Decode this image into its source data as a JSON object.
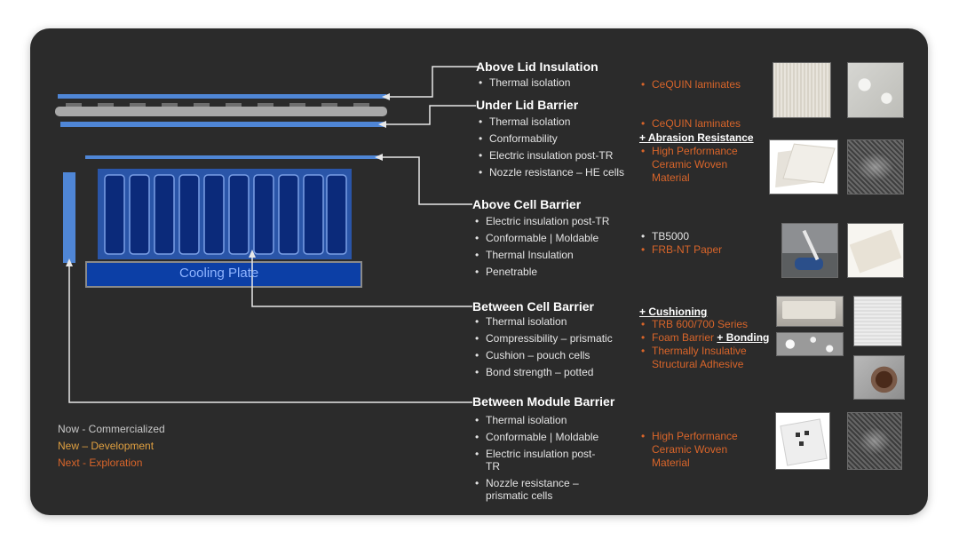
{
  "diagram": {
    "cooling_plate_label": "Cooling Plate"
  },
  "sections": [
    {
      "title": "Above Lid Insulation",
      "bullets": [
        "Thermal isolation"
      ]
    },
    {
      "title": "Under Lid Barrier",
      "bullets": [
        "Thermal isolation",
        "Conformability",
        "Electric insulation post-TR",
        "Nozzle resistance – HE cells"
      ]
    },
    {
      "title": "Above Cell Barrier",
      "bullets": [
        "Electric insulation post-TR",
        "Conformable | Moldable",
        "Thermal Insulation",
        "Penetrable"
      ]
    },
    {
      "title": "Between Cell Barrier",
      "bullets": [
        "Thermal isolation",
        "Compressibility – prismatic",
        "Cushion – pouch cells",
        "Bond strength – potted"
      ]
    },
    {
      "title": "Between Module Barrier",
      "bullets": [
        "Thermal isolation",
        "Conformable | Moldable",
        "Electric insulation post-TR",
        "Nozzle resistance – prismatic cells"
      ]
    }
  ],
  "materials": {
    "above_lid": [
      "CeQUIN laminates"
    ],
    "under_lid": {
      "item": "CeQUIN laminates",
      "addon": "+ Abrasion Resistance",
      "addon_item": "High Performance Ceramic Woven Material"
    },
    "above_cell": [
      "TB5000",
      "FRB-NT Paper"
    ],
    "between_cell": {
      "addon": "+ Cushioning",
      "items": [
        "TRB 600/700 Series",
        "Foam Barrier",
        "Thermally Insulative Structural Adhesive"
      ],
      "bonding_addon": "+ Bonding"
    },
    "between_module": [
      "High Performance Ceramic Woven Material"
    ]
  },
  "legend": [
    {
      "label": "Now - Commercialized",
      "color": "#c9c9c9"
    },
    {
      "label": "New – Development",
      "color": "#e0a040"
    },
    {
      "label": "Next - Exploration",
      "color": "#d9652a"
    }
  ],
  "colors": {
    "panel": "#2b2b2b",
    "accent_blue": "#4f86d6",
    "cell_blue": "#0b2a7a",
    "module_blue": "#2a55a8",
    "cooling_blue": "#0c3fa6",
    "orange": "#d9652a"
  },
  "photos": [
    {
      "name": "cequin-laminate-photo"
    },
    {
      "name": "cequin-texture-photo"
    },
    {
      "name": "ceramic-sheets-photo"
    },
    {
      "name": "woven-ceramic-photo"
    },
    {
      "name": "tb5000-application-photo"
    },
    {
      "name": "frb-paper-photo"
    },
    {
      "name": "trb-pad-photo"
    },
    {
      "name": "trb-square-photo"
    },
    {
      "name": "foam-barrier-photo"
    },
    {
      "name": "adhesive-photo"
    },
    {
      "name": "module-barrier-photo"
    },
    {
      "name": "woven-module-photo"
    }
  ]
}
